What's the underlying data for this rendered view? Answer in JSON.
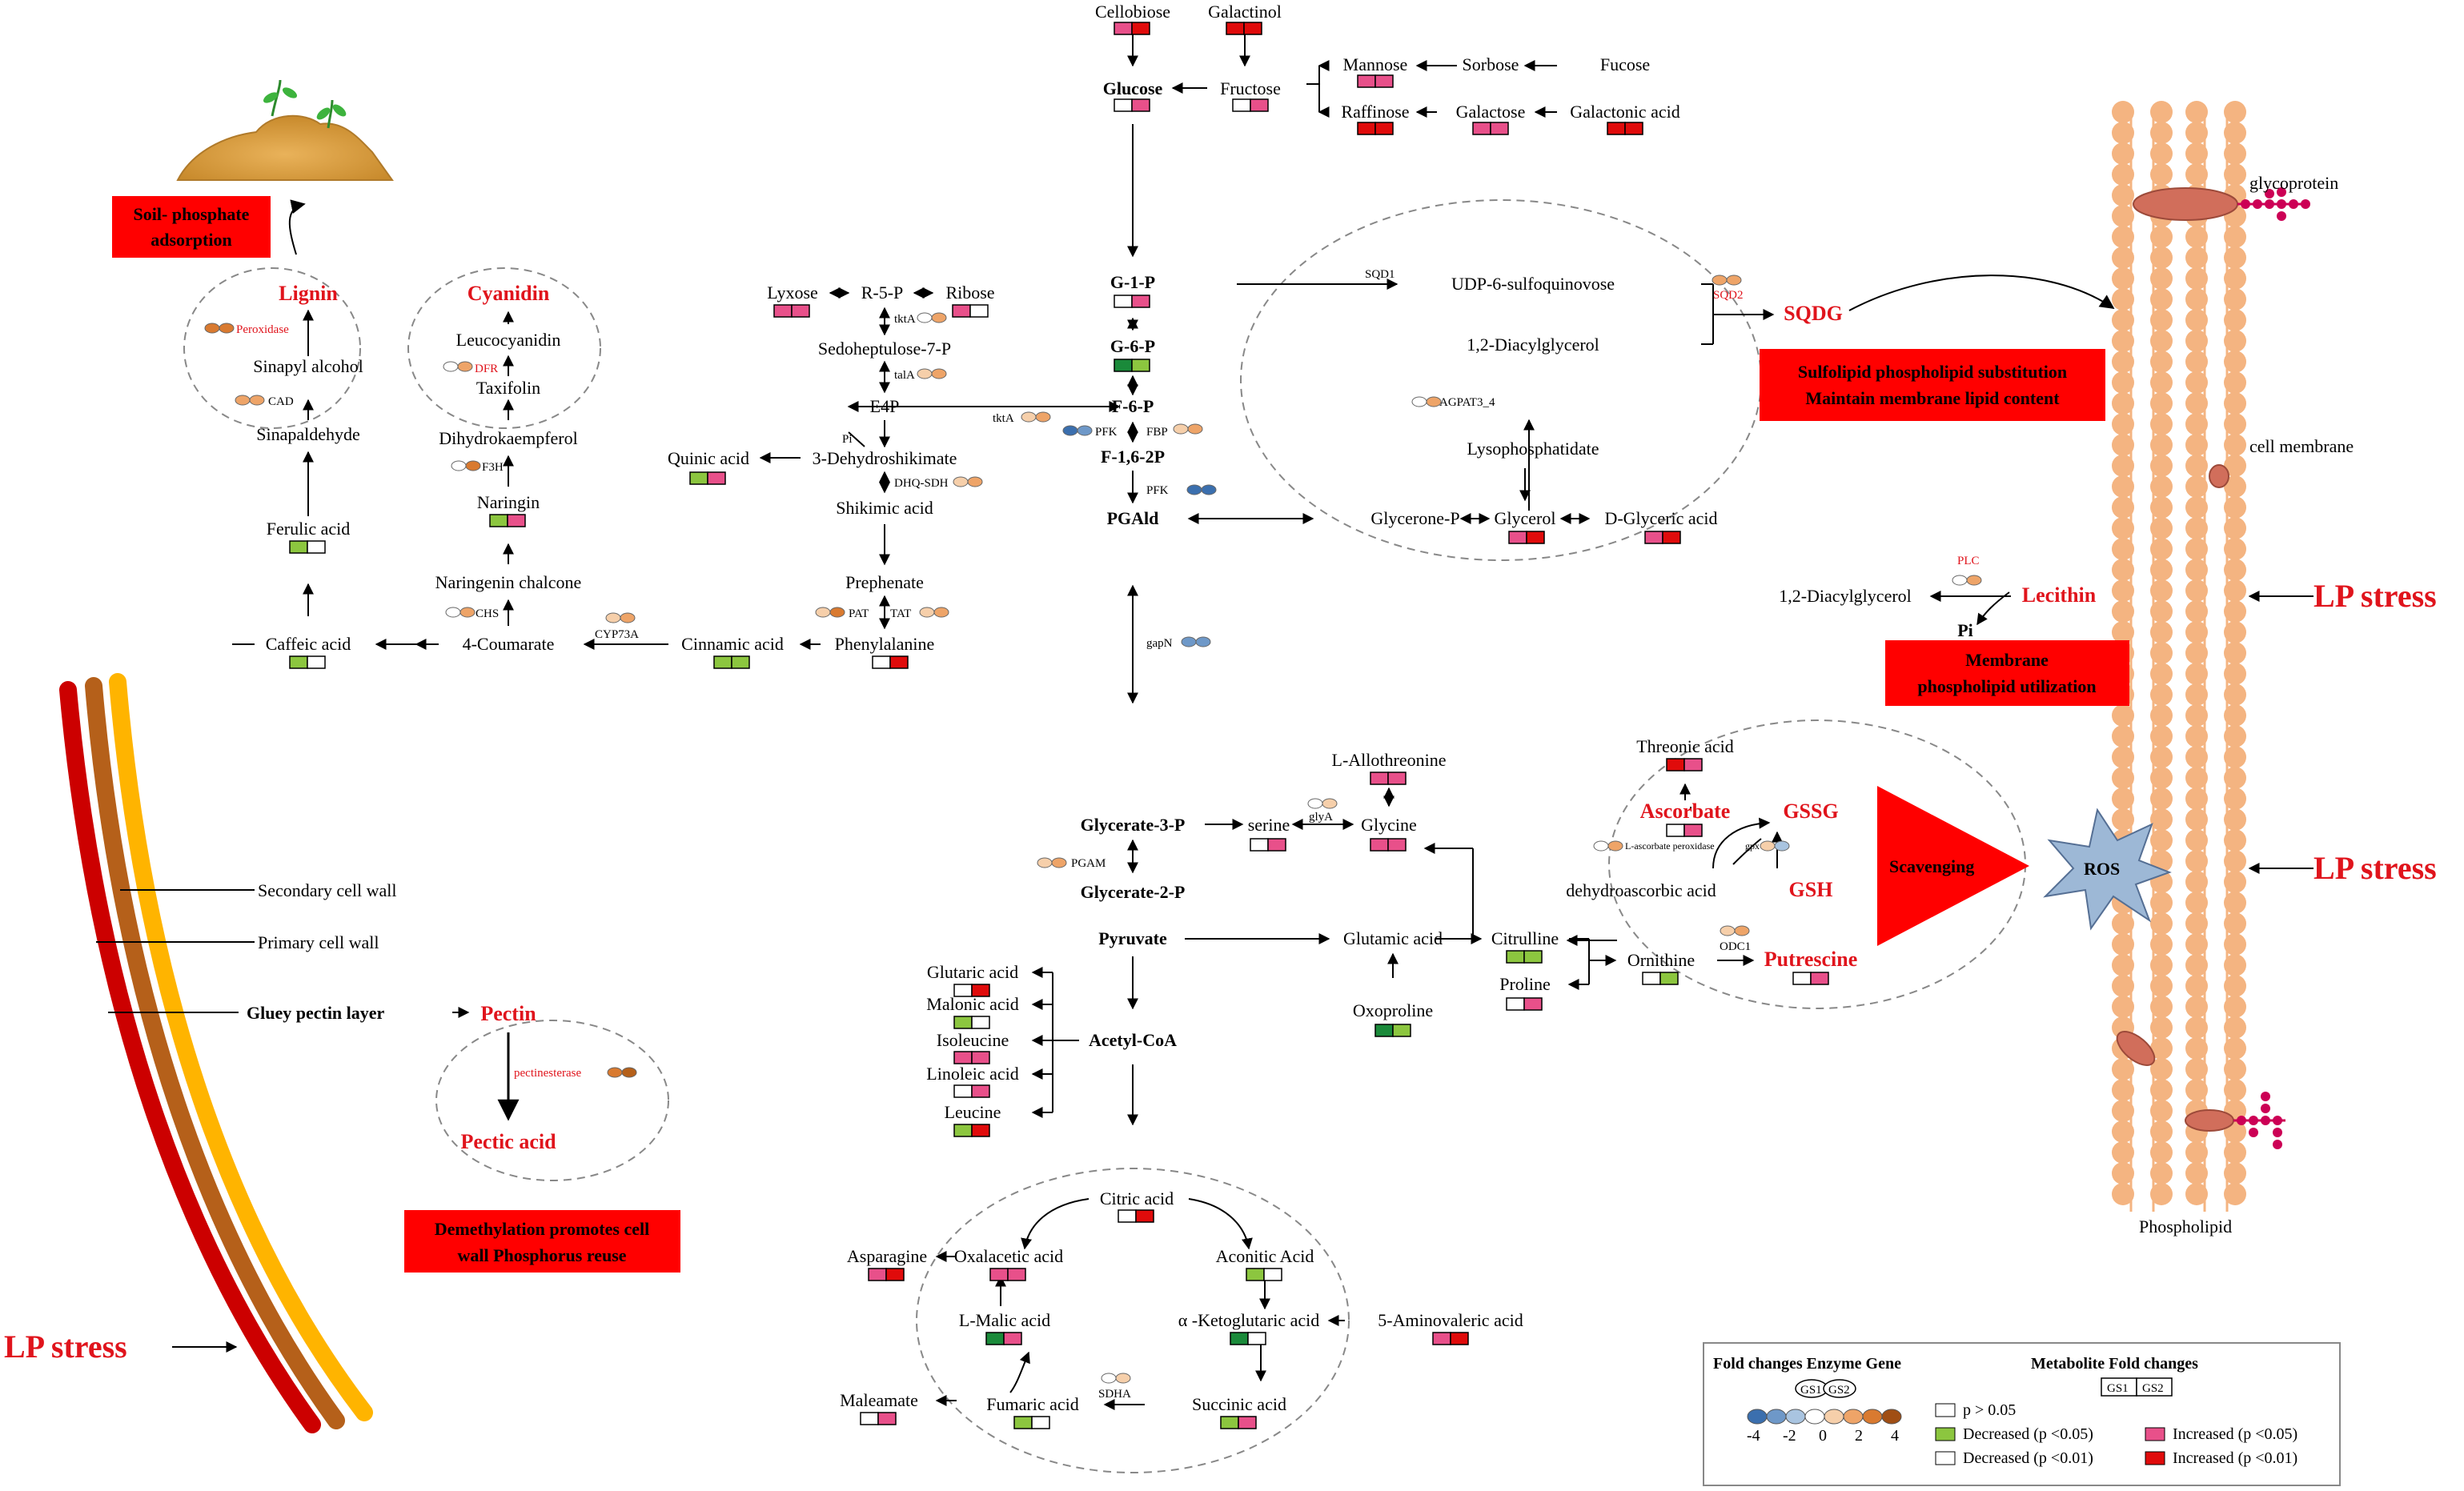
{
  "colors": {
    "white": "#ffffff",
    "light_green": "#8cc63f",
    "dark_green": "#1a8a3a",
    "pink": "#e8508a",
    "red": "#e00b0b",
    "accent_text": "#e0141c",
    "callout_fill": "#ff0000",
    "membrane": "#f4b481",
    "ros": "#9db8d6",
    "glyco": "#cc0055"
  },
  "metabolites": {
    "cellobiose": "Cellobiose",
    "galactinol": "Galactinol",
    "glucose": "Glucose",
    "fructose": "Fructose",
    "mannose": "Mannose",
    "sorbose": "Sorbose",
    "fucose": "Fucose",
    "raffinose": "Raffinose",
    "galactose": "Galactose",
    "galactonic_acid": "Galactonic acid",
    "g1p": "G-1-P",
    "g6p": "G-6-P",
    "f6p": "F-6-P",
    "f16p": "F-1,6-2P",
    "pgald": "PGAld",
    "lyxose": "Lyxose",
    "r5p": "R-5-P",
    "ribose": "Ribose",
    "sedo": "Sedoheptulose-7-P",
    "e4p": "E4P",
    "pi_small": "Pi",
    "quinic": "Quinic acid",
    "dhs": "3-Dehydroshikimate",
    "shikimic": "Shikimic acid",
    "prephenate": "Prephenate",
    "phenylalanine": "Phenylalanine",
    "cinnamic": "Cinnamic acid",
    "coumarate": "4-Coumarate",
    "caffeic": "Caffeic acid",
    "ferulic": "Ferulic acid",
    "sinapaldehyde": "Sinapaldehyde",
    "sinapyl": "Sinapyl alcohol",
    "lignin": "Lignin",
    "naringenin_chalcone": "Naringenin chalcone",
    "naringin": "Naringin",
    "dihydrokaempferol": "Dihydrokaempferol",
    "taxifolin": "Taxifolin",
    "leucocyanidin": "Leucocyanidin",
    "cyanidin": "Cyanidin",
    "udp_sq": "UDP-6-sulfoquinovose",
    "dag": "1,2-Diacylglycerol",
    "sqdg": "SQDG",
    "lysopa": "Lysophosphatidate",
    "glycerone_p": "Glycerone-P",
    "glycerol": "Glycerol",
    "dglyceric": "D-Glyceric acid",
    "dag2": "1,2-Diacylglycerol",
    "lecithin": "Lecithin",
    "pi": "Pi",
    "allothreonine": "L-Allothreonine",
    "glycerate3p": "Glycerate-3-P",
    "serine": "serine",
    "glycine": "Glycine",
    "glycerate2p": "Glycerate-2-P",
    "pyruvate": "Pyruvate",
    "glutamic": "Glutamic acid",
    "citrulline": "Citrulline",
    "ornithine": "Ornithine",
    "putrescine": "Putrescine",
    "proline": "Proline",
    "oxoproline": "Oxoproline",
    "threonic": "Threonic acid",
    "ascorbate": "Ascorbate",
    "gssg": "GSSG",
    "gsh": "GSH",
    "dehydroascorbic": "dehydroascorbic acid",
    "ros": "ROS",
    "scavenging": "Scavenging",
    "glutaric": "Glutaric acid",
    "malonic": "Malonic acid",
    "isoleucine": "Isoleucine",
    "linoleic": "Linoleic acid",
    "leucine": "Leucine",
    "acetylcoa": "Acetyl-CoA",
    "citric": "Citric acid",
    "asparagine": "Asparagine",
    "oxalacetic": "Oxalacetic acid",
    "aconitic": "Aconitic Acid",
    "malic": "L-Malic acid",
    "ketoglutaric": "α -Ketoglutaric acid",
    "aminovaleric": "5-Aminovaleric acid",
    "maleamate": "Maleamate",
    "fumaric": "Fumaric acid",
    "succinic": "Succinic acid",
    "pectin": "Pectin",
    "pectic": "Pectic acid",
    "glycoprotein": "glycoprotein",
    "cell_membrane": "cell membrane",
    "phospholipid": "Phospholipid",
    "secondary_wall": "Secondary cell wall",
    "primary_wall": "Primary cell wall",
    "pectin_layer": "Gluey pectin layer"
  },
  "enzymes": {
    "peroxidase": "Peroxidase",
    "cad": "CAD",
    "dfr": "DFR",
    "f3h": "F3H",
    "chs": "CHS",
    "cyp73a": "CYP73A",
    "tkta1": "tktA",
    "tala": "talA",
    "dhqsdh": "DHQ-SDH",
    "pat": "PAT",
    "tat": "TAT",
    "tkta2": "tktA",
    "pfk1": "PFK",
    "fbp": "FBP",
    "pfk2": "PFK",
    "gapn": "gapN",
    "sqd1": "SQD1",
    "sqd2": "SQD2",
    "agpat": "AGPAT3_4",
    "plc": "PLC",
    "glya": "glyA",
    "pgam": "PGAM",
    "odc1": "ODC1",
    "lasc": "L-ascorbate peroxidase",
    "gpx": "gpx",
    "sdha": "SDHA",
    "pectinesterase": "pectinesterase"
  },
  "callouts": {
    "soil": [
      "Soil- phosphate",
      "adsorption"
    ],
    "sulfolipid": [
      "Sulfolipid phospholipid substitution",
      "Maintain membrane lipid content"
    ],
    "membrane_pl": [
      "Membrane",
      "phospholipid utilization"
    ],
    "demethylation": [
      "Demethylation promotes cell",
      "wall Phosphorus reuse"
    ]
  },
  "stress": {
    "right1": "LP stress",
    "right2": "LP stress",
    "left": "LP stress"
  },
  "legend": {
    "enzyme_title": "Fold changes Enzyme Gene",
    "metabolite_title": "Metabolite Fold changes",
    "gs1": "GS1",
    "gs2": "GS2",
    "scale_ticks": [
      "-4",
      "-2",
      "0",
      "2",
      "4"
    ],
    "scale_colors": [
      "#3b6fae",
      "#6e98c8",
      "#a9c4e0",
      "#ffffff",
      "#f6cfaa",
      "#eea468",
      "#d97a30",
      "#a04e14"
    ],
    "items": [
      {
        "label": "p > 0.05",
        "color": "#ffffff"
      },
      {
        "label": "Decreased (p <0.05)",
        "color": "#8cc63f"
      },
      {
        "label": "Decreased (p <0.01)",
        "color": "#ffffff"
      },
      {
        "label": "Increased (p <0.05)",
        "color": "#e8508a"
      },
      {
        "label": "Increased (p <0.01)",
        "color": "#e00b0b"
      }
    ]
  }
}
